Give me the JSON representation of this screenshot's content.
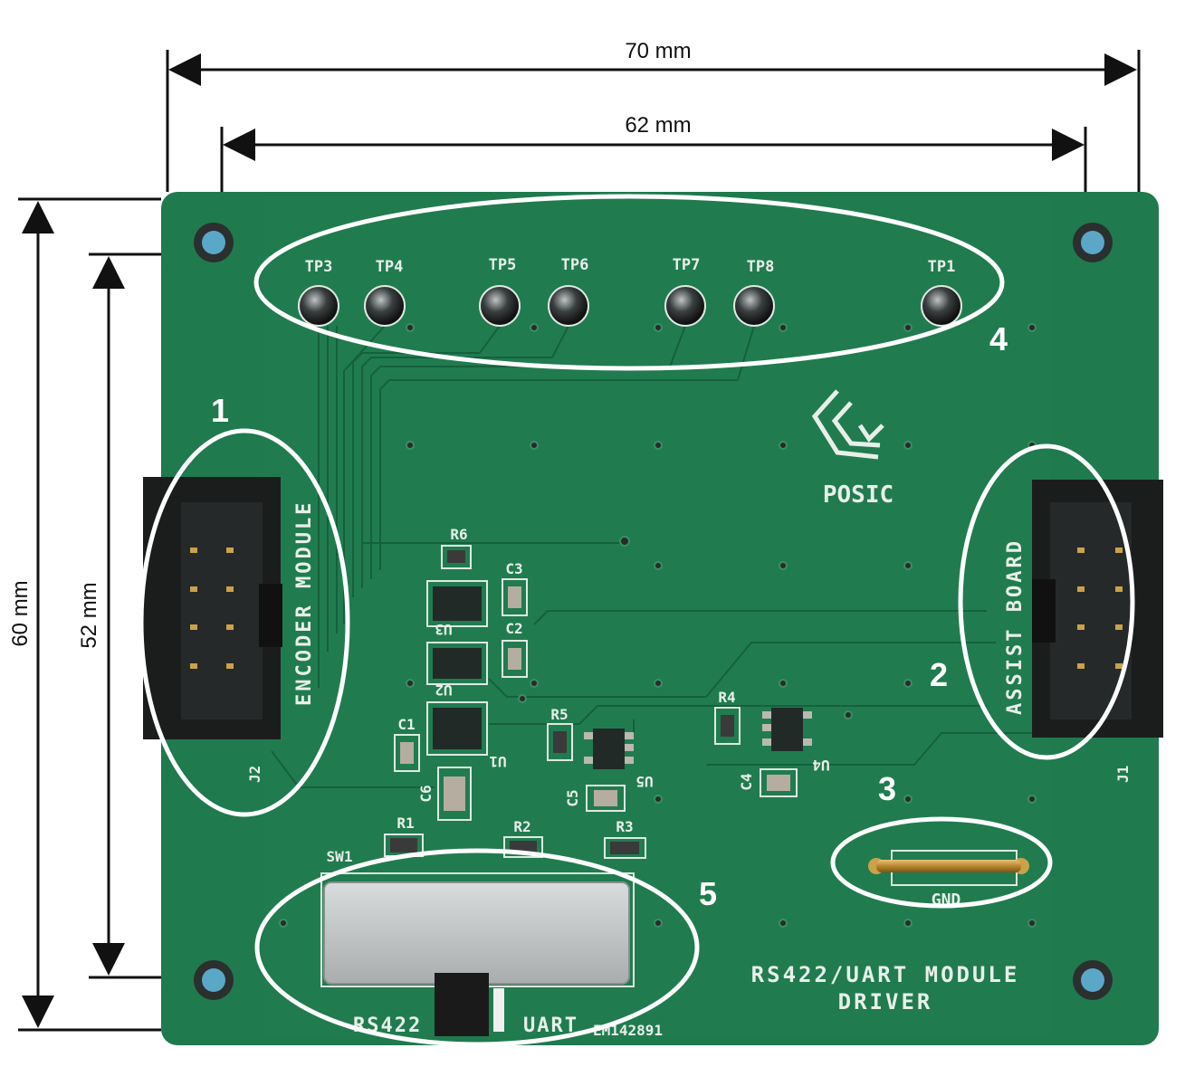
{
  "dimensions": {
    "width_outer": "70 mm",
    "width_inner": "62 mm",
    "height_outer": "60 mm",
    "height_inner": "52 mm"
  },
  "callouts": [
    "1",
    "2",
    "3",
    "4",
    "5"
  ],
  "test_points": [
    "TP3",
    "TP4",
    "TP5",
    "TP6",
    "TP7",
    "TP8",
    "TP1"
  ],
  "silkscreen": {
    "encoder_module": "ENCODER MODULE",
    "assist_board": "ASSIST BOARD",
    "logo_text": "POSIC",
    "rs422": "RS422",
    "uart": "UART",
    "board_title_line1": "RS422/UART MODULE",
    "board_title_line2": "DRIVER",
    "gnd": "GND",
    "serial": "EM142891",
    "j1": "J1",
    "j2": "J2",
    "sw1": "SW1"
  },
  "components": {
    "r1": "R1",
    "r2": "R2",
    "r3": "R3",
    "r4": "R4",
    "r5": "R5",
    "r6": "R6",
    "c1": "C1",
    "c2": "C2",
    "c3": "C3",
    "c4": "C4",
    "c5": "C5",
    "c6": "C6",
    "u1": "U1",
    "u2": "U2",
    "u3": "U3",
    "u4": "U4",
    "u5": "U5"
  },
  "colors": {
    "pcb": "#1f7a4e",
    "annotation": "#ffffff",
    "dimension": "#111111"
  }
}
